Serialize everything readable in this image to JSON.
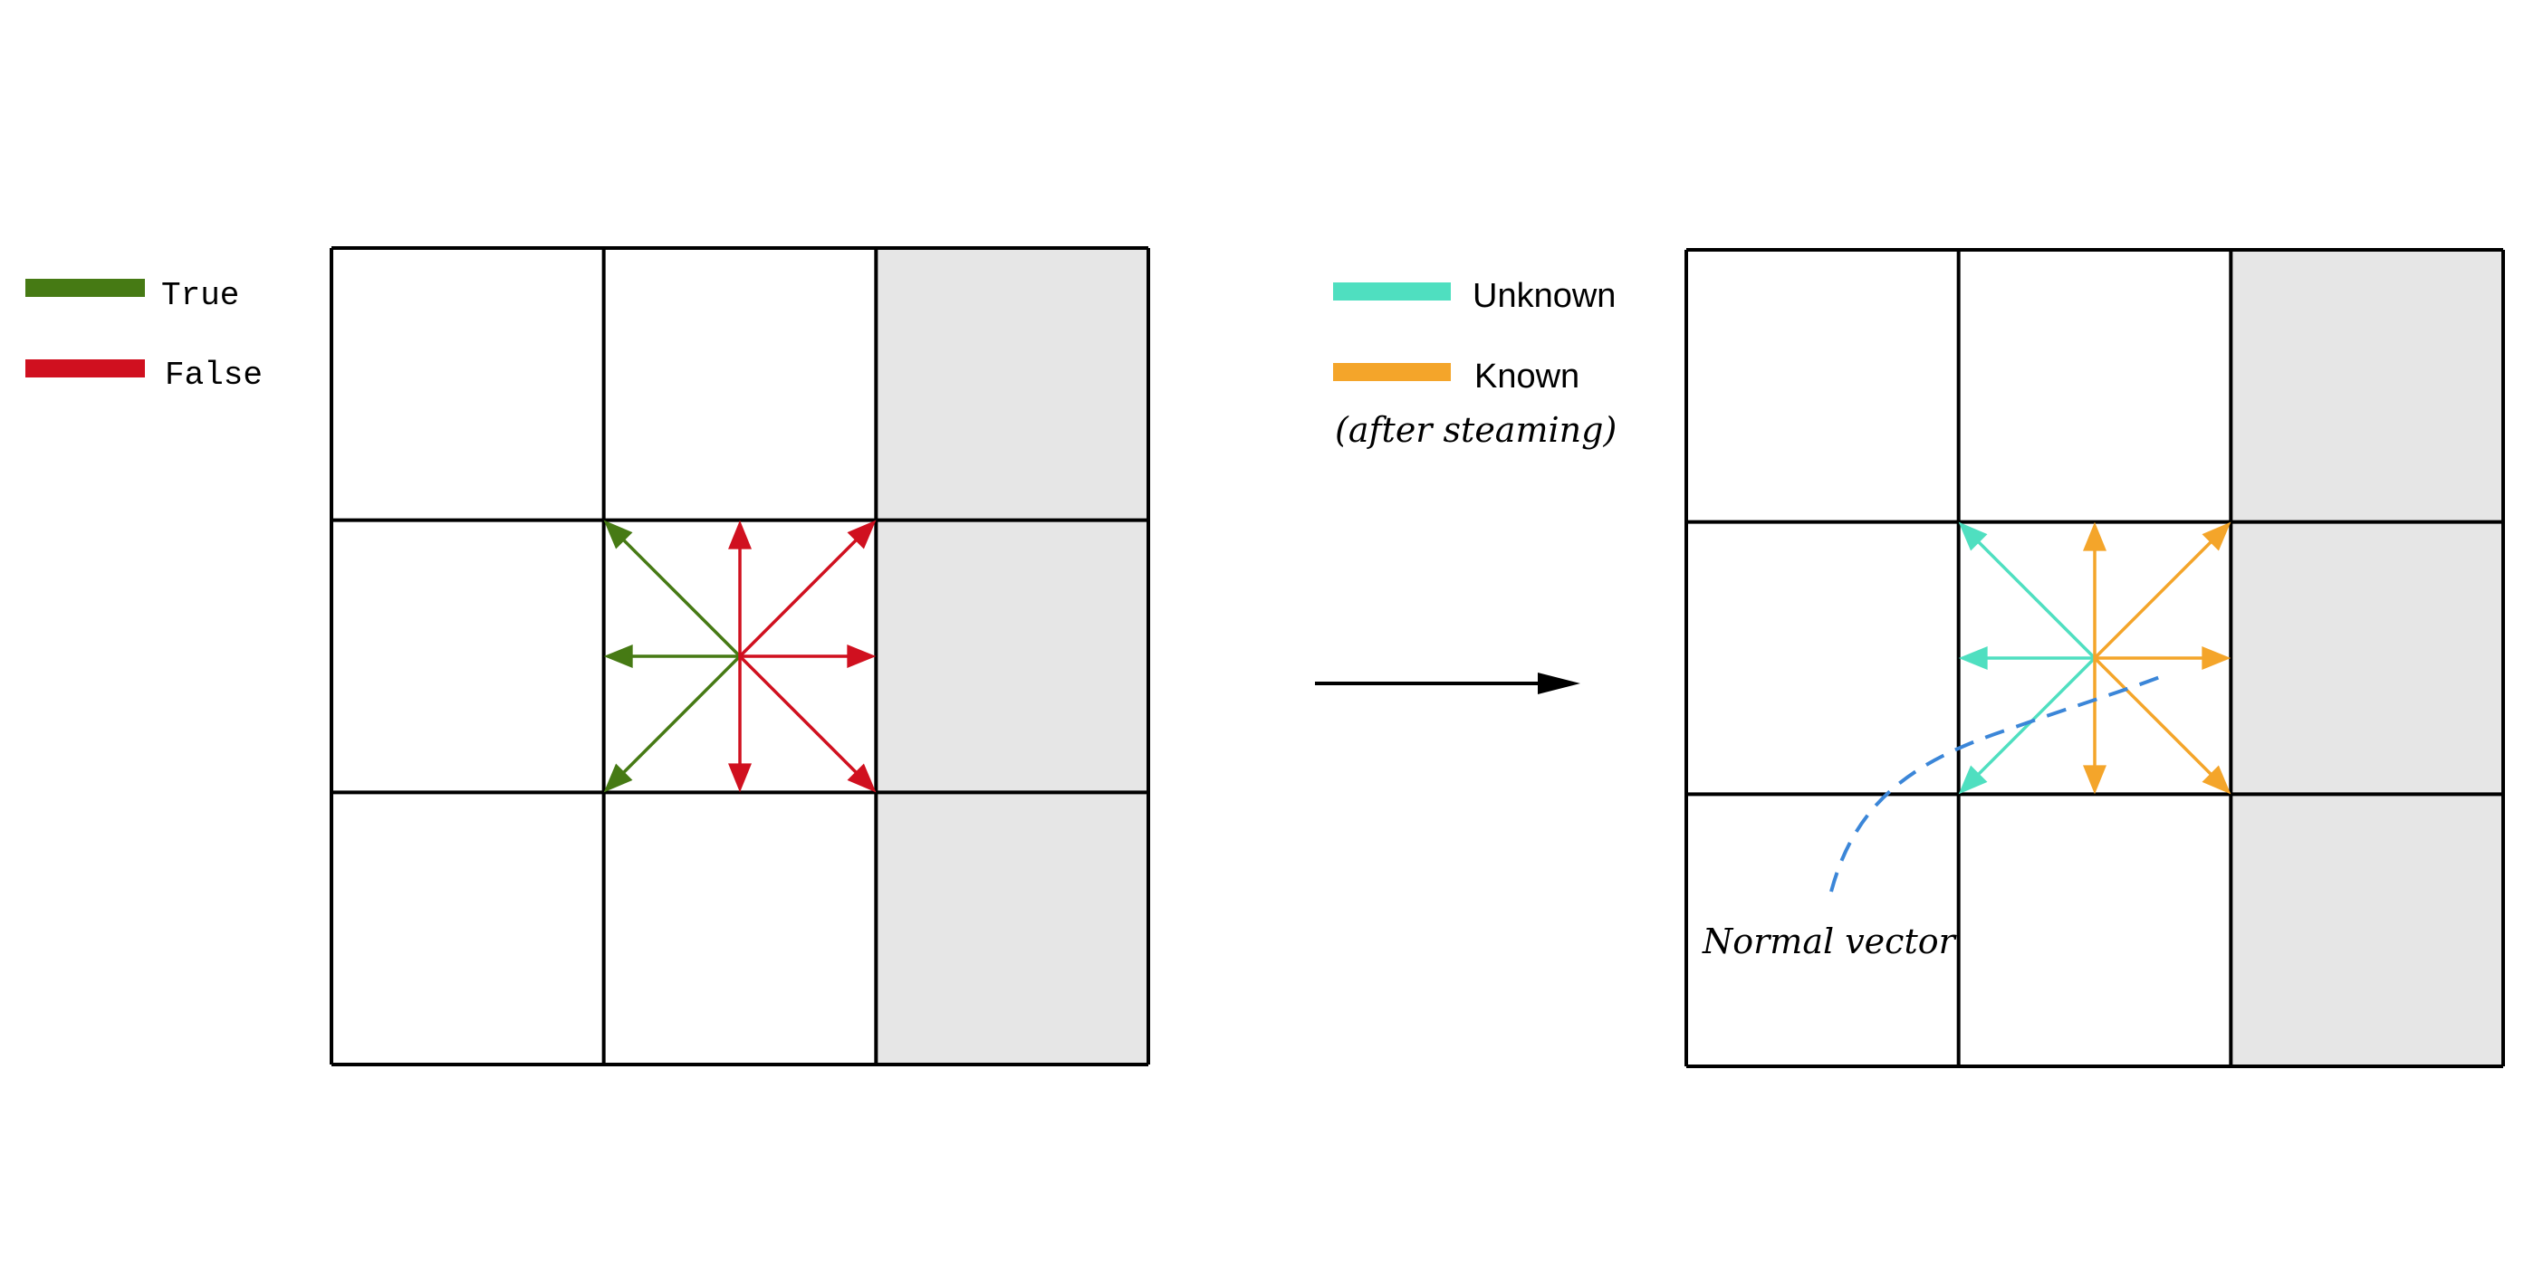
{
  "colors": {
    "true": "#467a14",
    "false": "#d0101f",
    "unknown": "#4fdfc0",
    "known": "#f4a52a",
    "solid_cell": "#e6e6e6",
    "normal_vector": "#3b86d8",
    "grid": "#000000"
  },
  "left_panel": {
    "legend": [
      {
        "label": "True",
        "color_key": "true"
      },
      {
        "label": "False",
        "color_key": "false"
      }
    ],
    "grid": {
      "rows": 3,
      "cols": 3,
      "solid_column": 3
    },
    "vectors": [
      {
        "direction": "W",
        "state": "true"
      },
      {
        "direction": "NW",
        "state": "true"
      },
      {
        "direction": "SW",
        "state": "true"
      },
      {
        "direction": "N",
        "state": "false"
      },
      {
        "direction": "S",
        "state": "false"
      },
      {
        "direction": "E",
        "state": "false"
      },
      {
        "direction": "NE",
        "state": "false"
      },
      {
        "direction": "SE",
        "state": "false"
      }
    ]
  },
  "transition_arrow": {
    "icon": "right-arrow-icon"
  },
  "right_panel": {
    "legend": [
      {
        "label": "Unknown",
        "color_key": "unknown"
      },
      {
        "label": "Known",
        "color_key": "known"
      }
    ],
    "legend_note": "(after steaming)",
    "grid": {
      "rows": 3,
      "cols": 3,
      "solid_column": 3
    },
    "vectors": [
      {
        "direction": "W",
        "state": "unknown"
      },
      {
        "direction": "NW",
        "state": "unknown"
      },
      {
        "direction": "SW",
        "state": "unknown"
      },
      {
        "direction": "N",
        "state": "known"
      },
      {
        "direction": "S",
        "state": "known"
      },
      {
        "direction": "E",
        "state": "known"
      },
      {
        "direction": "NE",
        "state": "known"
      },
      {
        "direction": "SE",
        "state": "known"
      }
    ],
    "annotation": "Normal vector"
  }
}
